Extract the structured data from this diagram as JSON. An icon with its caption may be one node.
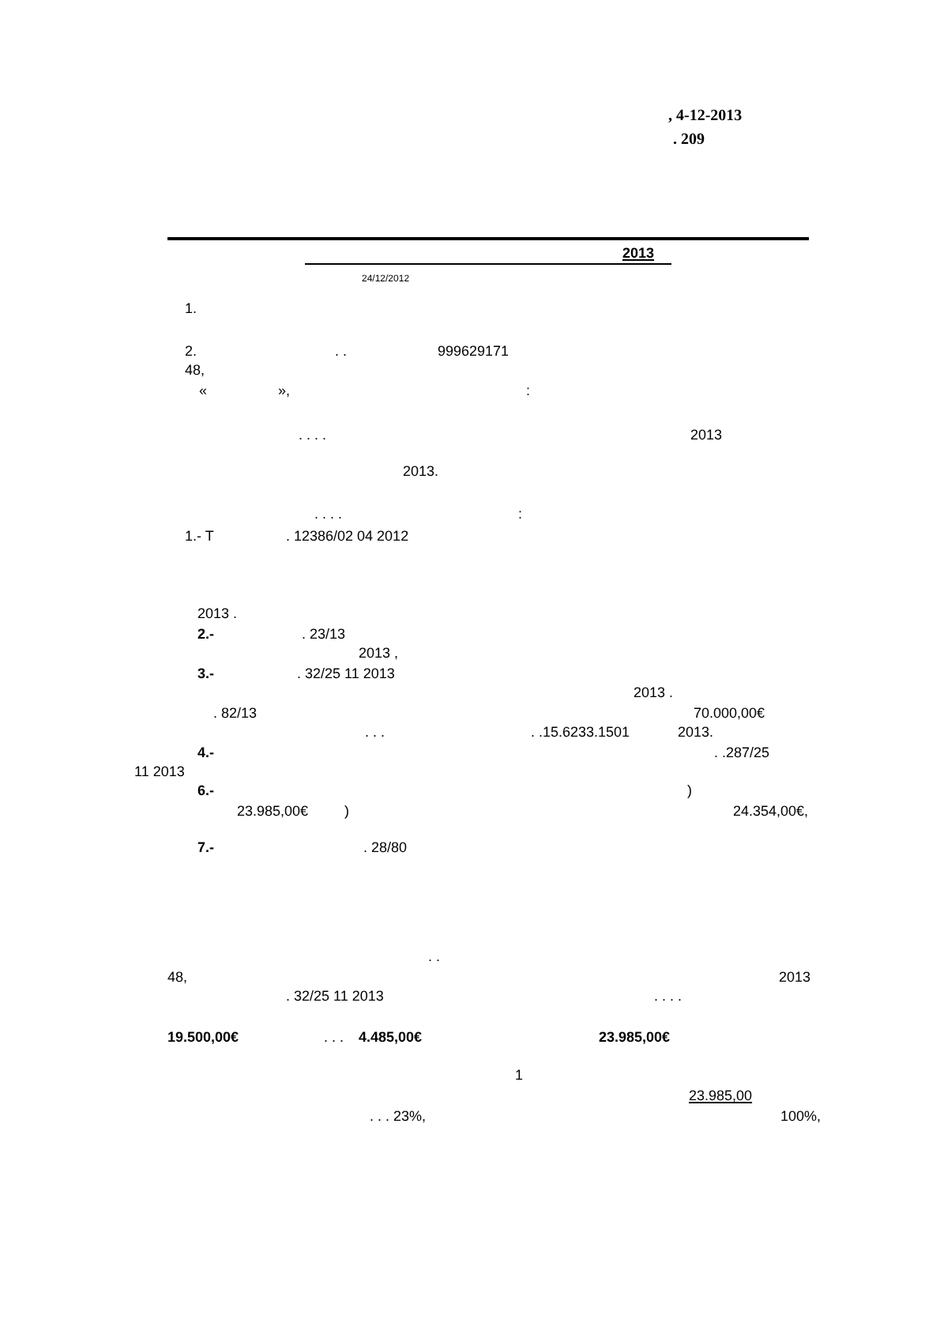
{
  "diagram": {
    "labels": [
      ", 4-12-2013",
      ". 209",
      "2013",
      "24/12/2012",
      "1.",
      "2.",
      ". .",
      "999629171",
      "48,",
      "«",
      "»,",
      ":",
      ". . . .",
      "2013",
      "2013.",
      ". . . .",
      ":",
      "1.- T",
      ". 12386/02 04 2012",
      "2013 .",
      "2.-",
      ". 23/13",
      "2013 ,",
      "3.-",
      ". 32/25 11 2013",
      "2013 .",
      ". 82/13",
      "70.000,00€",
      ". . .",
      ". .15.6233.1501",
      "2013.",
      "4.-",
      ". .287/25",
      "11 2013",
      "6.-",
      ")",
      "23.985,00€",
      ")",
      "24.354,00€,",
      "7.-",
      ". 28/80",
      ". .",
      "48,",
      "2013",
      ". 32/25 11 2013",
      ". . . .",
      "19.500,00€",
      ". . .",
      "4.485,00€",
      "23.985,00€",
      "1",
      "23.985,00",
      ". . . 23%,",
      "100%,"
    ]
  }
}
